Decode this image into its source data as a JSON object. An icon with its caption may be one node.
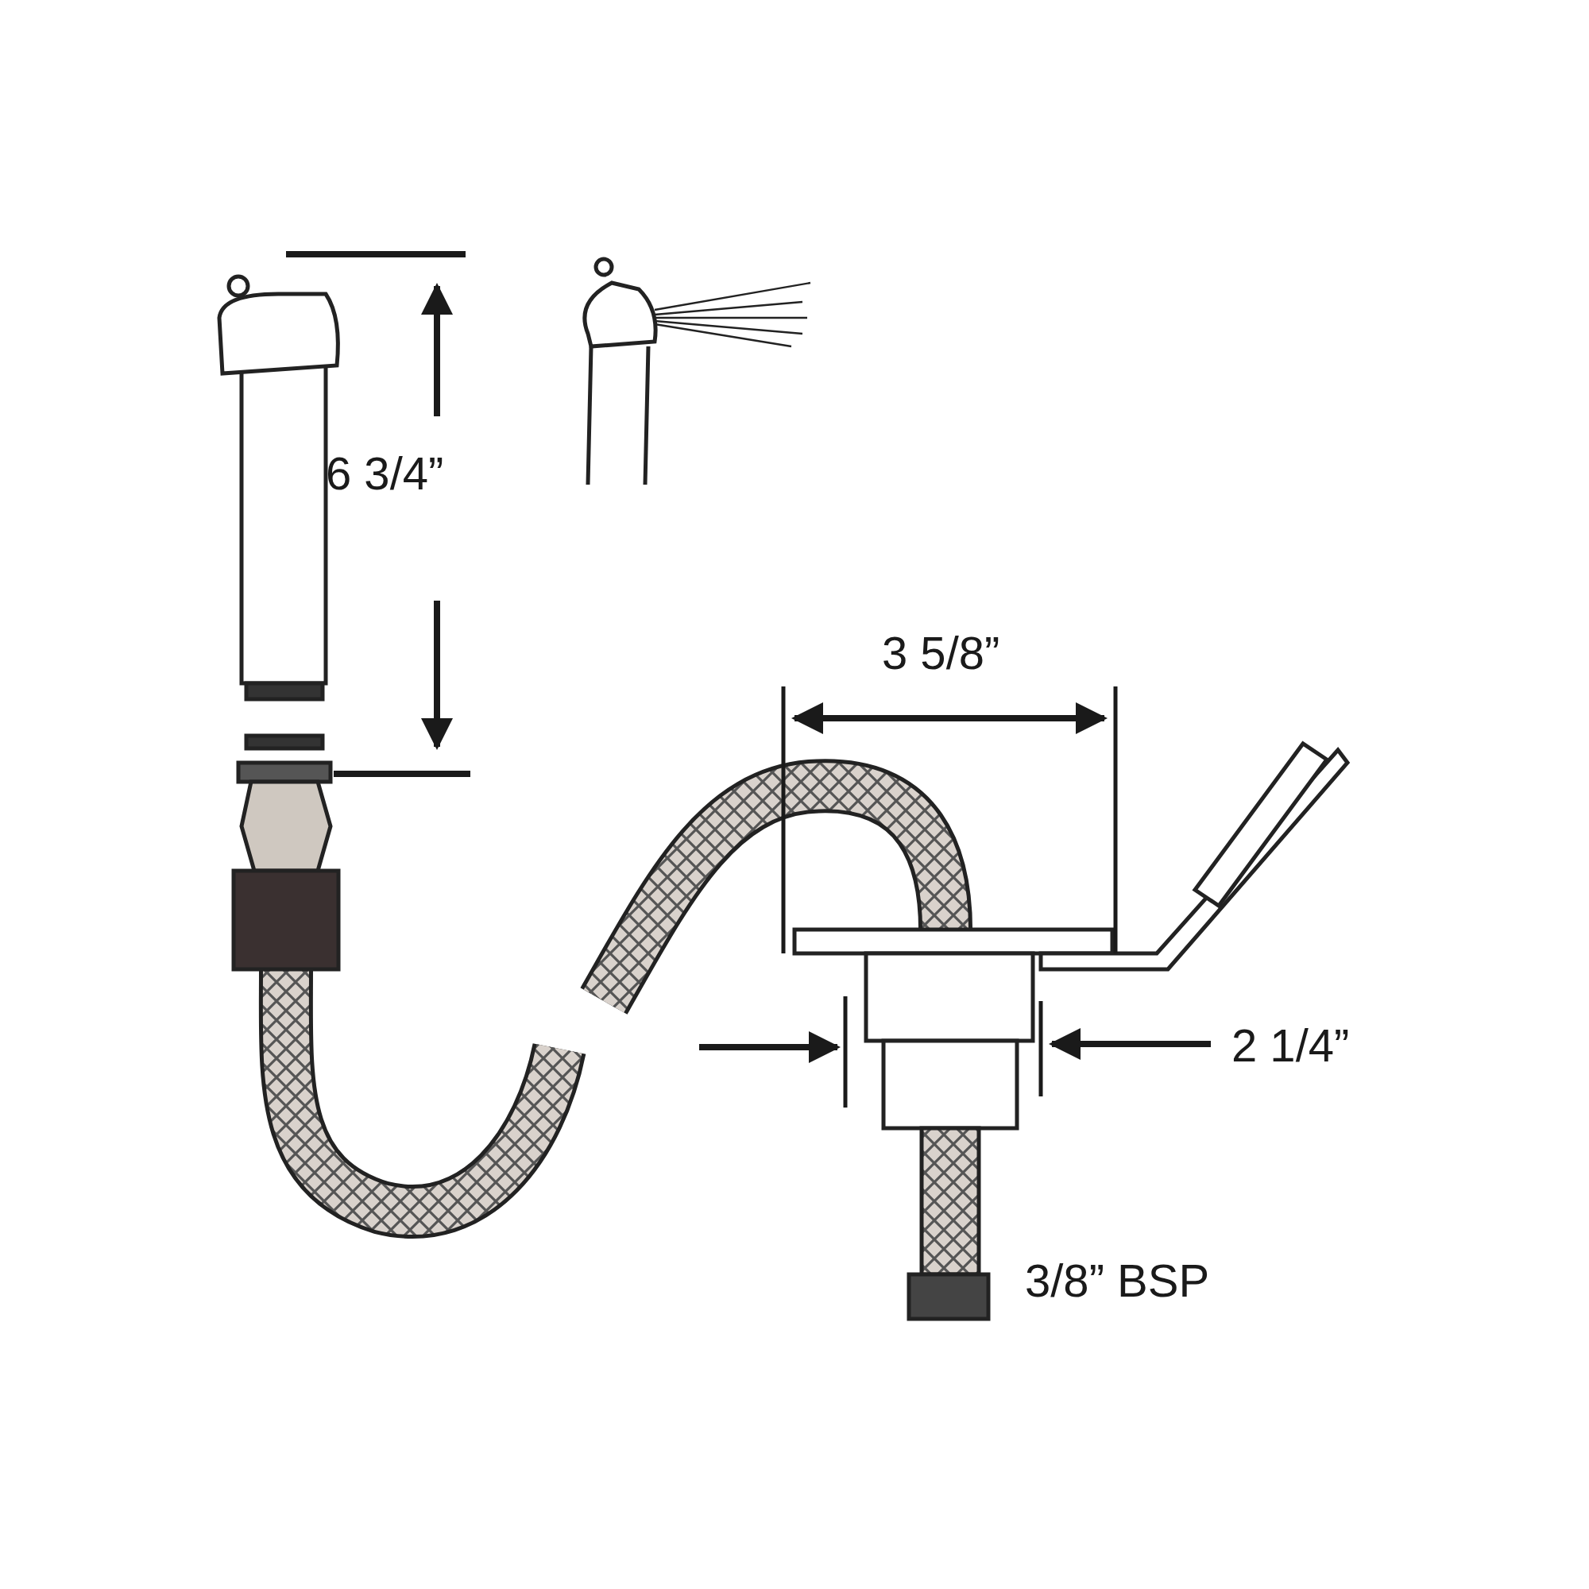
{
  "diagram": {
    "labels": [
      "6 3/4”",
      "3 5/8”",
      "2 1/4”",
      "3/8” BSP"
    ]
  }
}
